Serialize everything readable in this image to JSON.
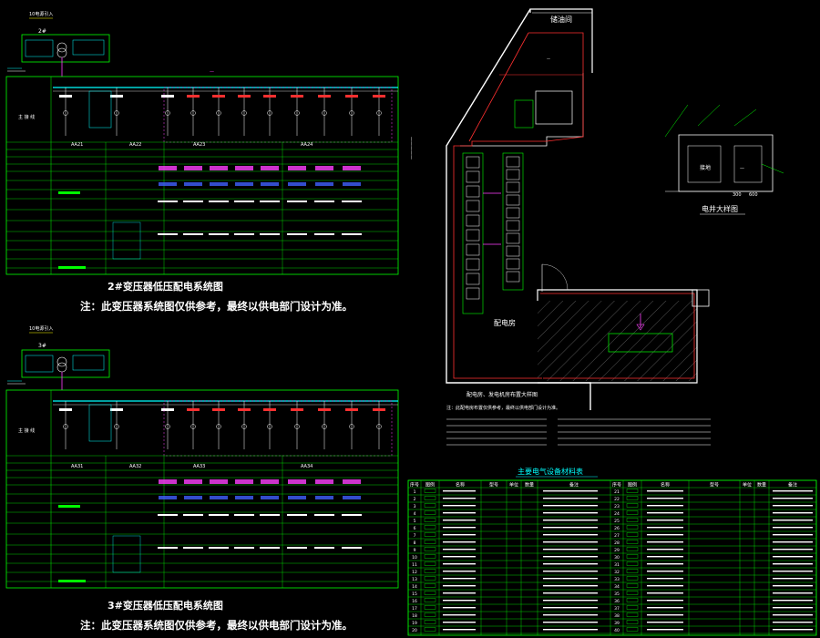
{
  "colors": {
    "bg": "#000000",
    "green": "#00ff00",
    "white": "#ffffff",
    "red": "#ff3030",
    "yellow": "#ffff00",
    "cyan": "#00ffff",
    "magenta": "#ff40ff",
    "blue": "#4060ff"
  },
  "diagram_2": {
    "title": "2#变压器低压配电系统图",
    "note": "注：此变压器系统图仅供参考，最终以供电部门设计为准。",
    "incoming_label": "10电源引入",
    "transformer_no": "2#",
    "main_row_label": "主 接 线",
    "panels": [
      "AA21",
      "AA22",
      "AA23",
      "AA24"
    ]
  },
  "diagram_3": {
    "title": "3#变压器低压配电系统图",
    "note": "注：此变压器系统图仅供参考，最终以供电部门设计为准。",
    "incoming_label": "10电源引入",
    "transformer_no": "3#",
    "main_row_label": "主 接 线",
    "panels": [
      "AA31",
      "AA32",
      "AA33",
      "AA34"
    ]
  },
  "floorplan": {
    "oil_room": "储油间",
    "substation": "配电房",
    "caption": "配电房、发电机房布置大样图",
    "note": "注：此配电房布置仅供参考，最终以供电部门设计为准。"
  },
  "well_detail": {
    "caption": "电井大样图",
    "grounding": "接地",
    "label_1": "300",
    "label_2": "600"
  },
  "equipment_table": {
    "title": "主要电气设备材料表",
    "headers": [
      "序号",
      "图例",
      "名称",
      "型号",
      "单位",
      "数量",
      "备注",
      "序号",
      "图例",
      "名称",
      "型号",
      "单位",
      "数量",
      "备注"
    ],
    "row_numbers_left": [
      "1",
      "2",
      "3",
      "4",
      "5",
      "6",
      "7",
      "8",
      "9",
      "10",
      "11",
      "12",
      "13",
      "14",
      "15",
      "16",
      "17",
      "18",
      "19",
      "20"
    ],
    "row_numbers_right": [
      "21",
      "22",
      "23",
      "24",
      "25",
      "26",
      "27",
      "28",
      "29",
      "30",
      "31",
      "32",
      "33",
      "34",
      "35",
      "36",
      "37",
      "38",
      "39",
      "40"
    ]
  }
}
